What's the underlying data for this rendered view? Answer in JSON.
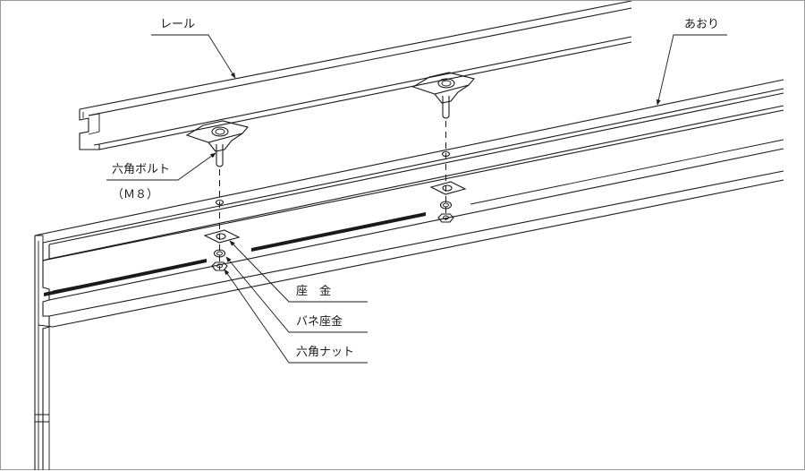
{
  "labels": {
    "rail": "レール",
    "fascia": "あおり",
    "hex_bolt": "六角ボルト",
    "bolt_size": "（Ｍ８）",
    "washer": "座　金",
    "spring_washer": "バネ座金",
    "hex_nut": "六角ナット"
  }
}
